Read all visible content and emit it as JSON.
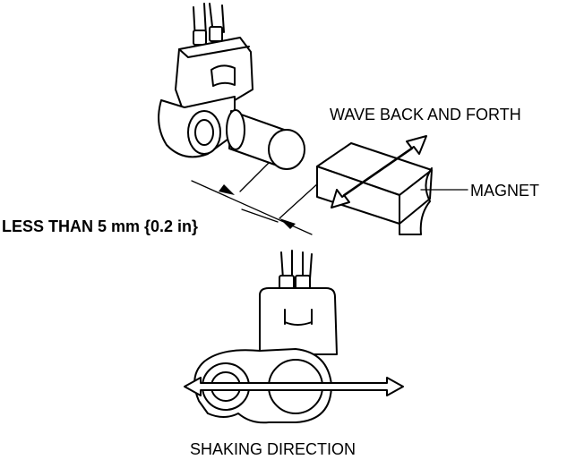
{
  "labels": {
    "wave": "WAVE BACK AND FORTH",
    "magnet": "MAGNET",
    "gap": "LESS THAN 5 mm {0.2 in}",
    "shaking": "SHAKING DIRECTION"
  }
}
